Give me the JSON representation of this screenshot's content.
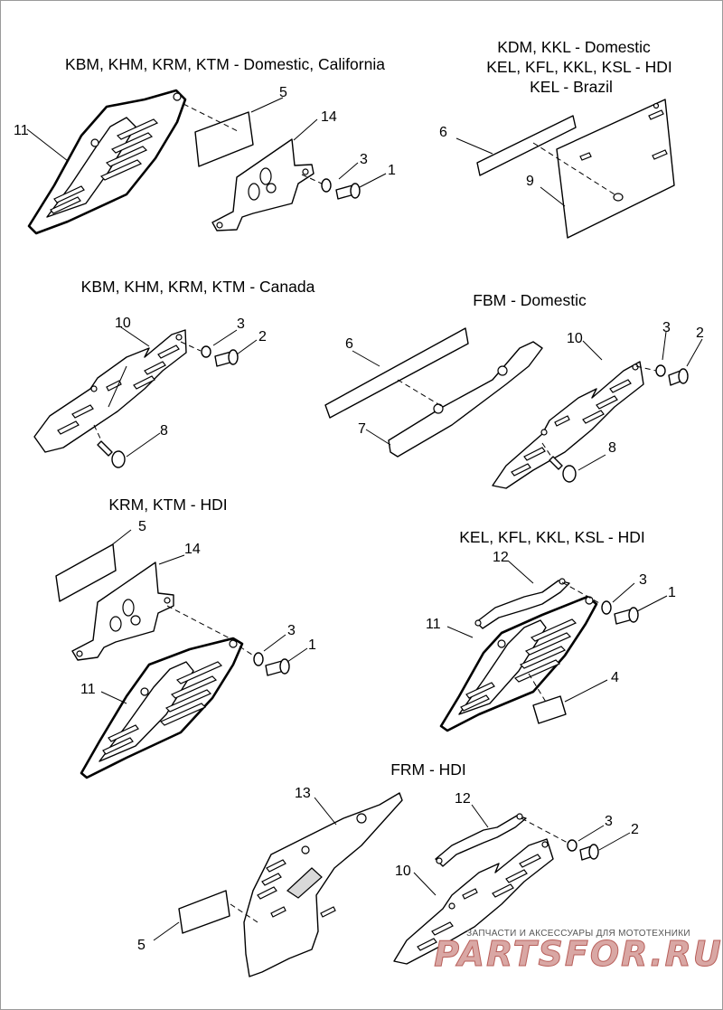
{
  "groups": [
    {
      "id": "g1",
      "caption": [
        "KBM, KHM, KRM, KTM - Domestic, California"
      ]
    },
    {
      "id": "g2",
      "caption": [
        "KDM, KKL - Domestic",
        "KEL, KFL, KKL, KSL - HDI",
        "KEL - Brazil"
      ]
    },
    {
      "id": "g3",
      "caption": [
        "KBM, KHM, KRM, KTM - Canada"
      ]
    },
    {
      "id": "g4",
      "caption": [
        "FBM - Domestic"
      ]
    },
    {
      "id": "g5",
      "caption": [
        "KRM, KTM - HDI"
      ]
    },
    {
      "id": "g6",
      "caption": [
        "KEL, KFL, KKL, KSL - HDI"
      ]
    },
    {
      "id": "g7",
      "caption": [
        "FRM - HDI"
      ]
    }
  ],
  "callouts": {
    "g1": [
      "11",
      "5",
      "14",
      "3",
      "1"
    ],
    "g2": [
      "6",
      "9"
    ],
    "g3": [
      "10",
      "3",
      "2",
      "8"
    ],
    "g4": [
      "6",
      "7",
      "10",
      "3",
      "2",
      "8"
    ],
    "g5": [
      "5",
      "14",
      "3",
      "1",
      "11"
    ],
    "g6": [
      "12",
      "3",
      "1",
      "11",
      "4"
    ],
    "g7": [
      "13",
      "12",
      "3",
      "2",
      "10",
      "5"
    ]
  },
  "watermark": {
    "tagline": "ЗАПЧАСТИ И АКСЕССУАРЫ ДЛЯ МОТОТЕХНИКИ",
    "logo": "PARTSFOR.RU"
  }
}
